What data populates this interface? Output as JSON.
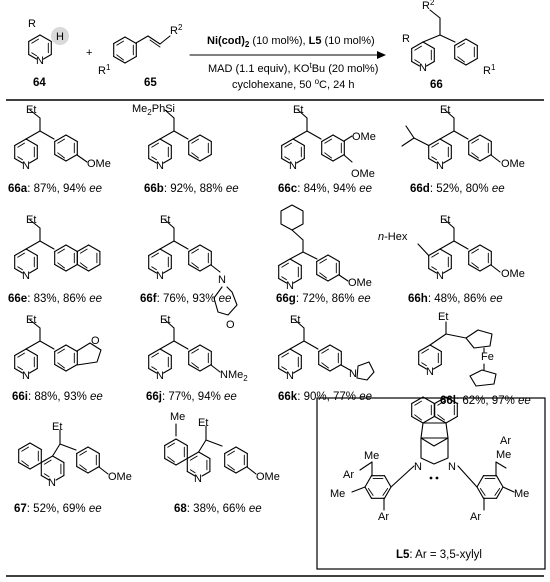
{
  "scheme": {
    "reactant1": {
      "id": "64",
      "r": "R",
      "h": "H",
      "n": "N"
    },
    "reactant2": {
      "id": "65",
      "r1": "R",
      "r1_sup": "1",
      "r2": "R",
      "r2_sup": "2"
    },
    "plus": "+",
    "conditions": {
      "line1_catalyst": "Ni(cod)",
      "line1_catalyst_sub": "2",
      "line1_catalyst_amt": " (10 mol%), ",
      "line1_ligand": "L5",
      "line1_ligand_amt": " (10 mol%)",
      "line2_a": "MAD (1.1 equiv), KO",
      "line2_t": "t",
      "line2_b": "Bu (20 mol%)",
      "line3_a": "cyclohexane, 50 ",
      "line3_deg": "o",
      "line3_b": "C, 24 h"
    },
    "product": {
      "id": "66",
      "r": "R",
      "r1": "R",
      "r1_sup": "1",
      "r2": "R",
      "r2_sup": "2"
    }
  },
  "entries": [
    {
      "id": "66a",
      "yield": ": 87%, 94% ",
      "ee": "ee",
      "groups": [
        "OMe"
      ]
    },
    {
      "id": "66b",
      "yield": ": 92%, 88% ",
      "ee": "ee",
      "groups": [
        "Me",
        "2",
        "PhSi"
      ]
    },
    {
      "id": "66c",
      "yield": ": 84%, 94% ",
      "ee": "ee",
      "groups": [
        "OMe",
        "OMe"
      ]
    },
    {
      "id": "66d",
      "yield": ": 52%, 80% ",
      "ee": "ee",
      "groups": [
        "OMe"
      ]
    },
    {
      "id": "66e",
      "yield": ": 83%, 86% ",
      "ee": "ee",
      "groups": []
    },
    {
      "id": "66f",
      "yield": ": 76%, 93% ",
      "ee": "ee",
      "groups": [
        "N",
        "O"
      ]
    },
    {
      "id": "66g",
      "yield": ": 72%, 86% ",
      "ee": "ee",
      "groups": [
        "OMe"
      ]
    },
    {
      "id": "66h",
      "yield": ": 48%, 86% ",
      "ee": "ee",
      "groups": [
        "n",
        "-Hex",
        "OMe"
      ]
    },
    {
      "id": "66i",
      "yield": ": 88%, 93% ",
      "ee": "ee",
      "groups": [
        "O"
      ]
    },
    {
      "id": "66j",
      "yield": ": 77%, 94% ",
      "ee": "ee",
      "groups": [
        "NMe",
        "2"
      ]
    },
    {
      "id": "66k",
      "yield": ": 90%, 77% ",
      "ee": "ee",
      "groups": [
        "N"
      ]
    },
    {
      "id": "66l",
      "yield": ": 62%, 97% ",
      "ee": "ee",
      "groups": [
        "Et",
        "Fe"
      ]
    },
    {
      "id": "67",
      "yield": ": 52%, 69% ",
      "ee": "ee",
      "groups": [
        "Et",
        "OMe",
        "N"
      ]
    },
    {
      "id": "68",
      "yield": ": 38%, 66% ",
      "ee": "ee",
      "groups": [
        "Me",
        "Et",
        "OMe",
        "N"
      ]
    }
  ],
  "ligand": {
    "id": "L5",
    "desc": ": Ar = 3,5-xylyl",
    "atoms": [
      "Me",
      "Ar",
      "N",
      "N",
      "Ar",
      "Me",
      "Me",
      "Ar",
      "Ar",
      "Me"
    ]
  },
  "atom_n": "N",
  "atom_h": "H"
}
